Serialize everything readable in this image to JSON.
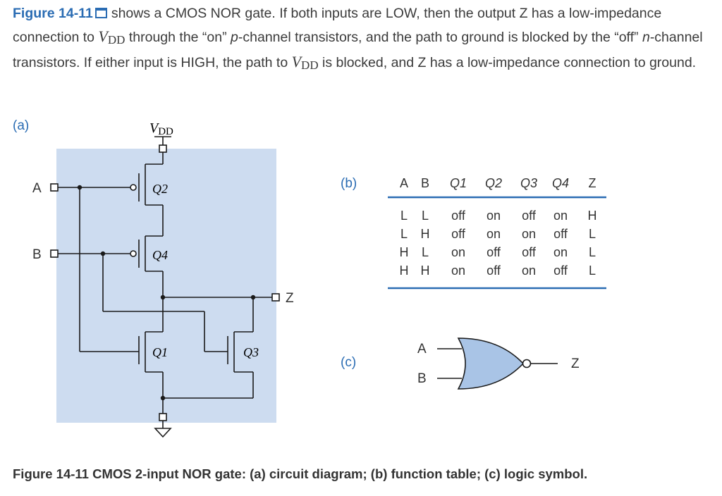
{
  "paragraph": {
    "link": "Figure 14-11",
    "t1": "shows a CMOS NOR gate. If both inputs are LOW, then the output Z has a low-impedance connection to ",
    "vdd_main": "V",
    "vdd_sub": "DD",
    "t2": " through the “on” ",
    "p_italic": "p",
    "t3": "-channel transistors, and the path to ground is blocked by the “off” ",
    "n_italic": "n",
    "t4": "-channel transistors. If either input is HIGH, the path to ",
    "t5": " is blocked, and Z has a low-impedance connection to ground."
  },
  "labels": {
    "a": "(a)",
    "b": "(b)",
    "c": "(c)"
  },
  "circuit": {
    "vdd_main": "V",
    "vdd_sub": "DD",
    "input_a": "A",
    "input_b": "B",
    "output": "Z",
    "q1": "Q1",
    "q2": "Q2",
    "q3": "Q3",
    "q4": "Q4"
  },
  "table": {
    "headers": [
      "A",
      "B",
      "Q1",
      "Q2",
      "Q3",
      "Q4",
      "Z"
    ],
    "rows": [
      [
        "L",
        "L",
        "off",
        "on",
        "off",
        "on",
        "H"
      ],
      [
        "L",
        "H",
        "off",
        "on",
        "on",
        "off",
        "L"
      ],
      [
        "H",
        "L",
        "on",
        "off",
        "off",
        "on",
        "L"
      ],
      [
        "H",
        "H",
        "on",
        "off",
        "on",
        "off",
        "L"
      ]
    ]
  },
  "symbol": {
    "a": "A",
    "b": "B",
    "z": "Z"
  },
  "caption": "Figure 14-11 CMOS 2-input NOR gate: (a) circuit diagram; (b) function table; (c) logic symbol.",
  "colors": {
    "link": "#2a6cb3",
    "panel": "#cddcf0",
    "gate_fill": "#a9c4e6",
    "wire": "#1a1a1a"
  }
}
